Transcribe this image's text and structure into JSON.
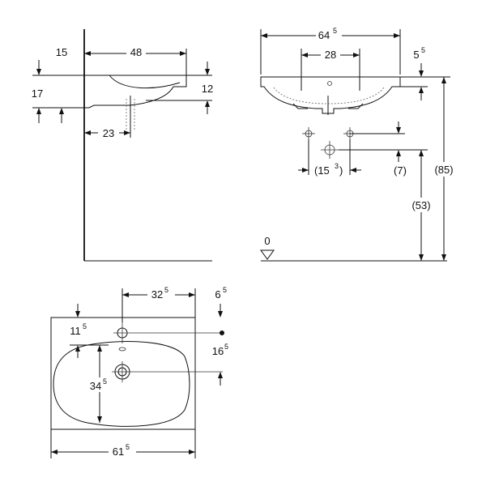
{
  "side_view": {
    "dim_width": "48",
    "dim_top": "15",
    "dim_height": "17",
    "dim_right": "12",
    "dim_drain": "23"
  },
  "front_view": {
    "dim_total_main": "64",
    "dim_total_sup": "5",
    "dim_taps": "28",
    "dim_rim_main": "5",
    "dim_rim_sup": "5",
    "dim_offset_main": "(15",
    "dim_offset_sup": "3",
    "dim_offset_close": ")",
    "dim_7": "(7)",
    "dim_53": "(53)",
    "dim_85": "(85)",
    "floor_label": "0"
  },
  "top_view": {
    "dim_325_main": "32",
    "dim_325_sup": "5",
    "dim_65_main": "6",
    "dim_65_sup": "5",
    "dim_115_main": "11",
    "dim_115_sup": "5",
    "dim_165_main": "16",
    "dim_165_sup": "5",
    "dim_345_main": "34",
    "dim_345_sup": "5",
    "dim_615_main": "61",
    "dim_615_sup": "5"
  }
}
